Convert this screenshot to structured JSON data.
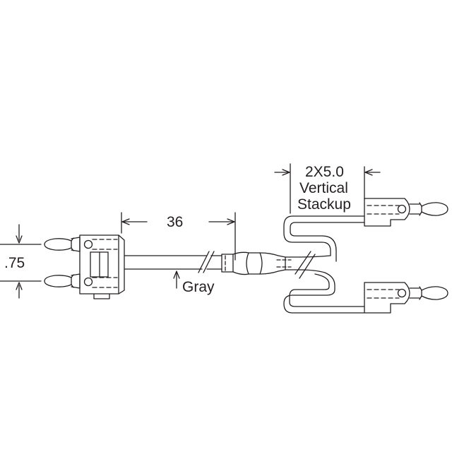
{
  "labels": {
    "length_dim": "36",
    "spacing_dim": ".75",
    "cable_color": "Gray",
    "stackup_line1": "2X5.0",
    "stackup_line2": "Vertical",
    "stackup_line3": "Stackup"
  },
  "colors": {
    "line": "#231f20",
    "background": "#ffffff"
  }
}
